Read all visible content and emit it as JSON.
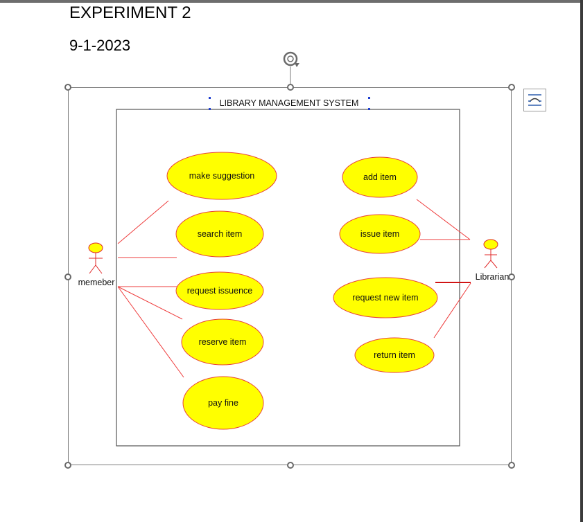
{
  "document": {
    "title": "EXPERIMENT 2",
    "date": "9-1-2023"
  },
  "diagram": {
    "system_title": "LIBRARY MANAGEMENT SYSTEM",
    "colors": {
      "use_case_fill": "#ffff00",
      "use_case_stroke": "#e8423a",
      "association_line": "#ee3b3b",
      "actor": "#e02828",
      "boundary": "#555555"
    },
    "actors": {
      "member": "memeber",
      "librarian": "Librarian"
    },
    "member_use_cases": {
      "make_suggestion": "make suggestion",
      "search_item": "search item",
      "request_issuence": "request issuence",
      "reserve_item": "reserve item",
      "pay_fine": "pay fine"
    },
    "librarian_use_cases": {
      "add_item": "add item",
      "issue_item": "issue item",
      "request_new_item": "request new item",
      "return_item": "return item"
    }
  },
  "ui": {
    "rotate_icon": "rotate-icon",
    "layout_options_icon": "layout-options-icon"
  }
}
